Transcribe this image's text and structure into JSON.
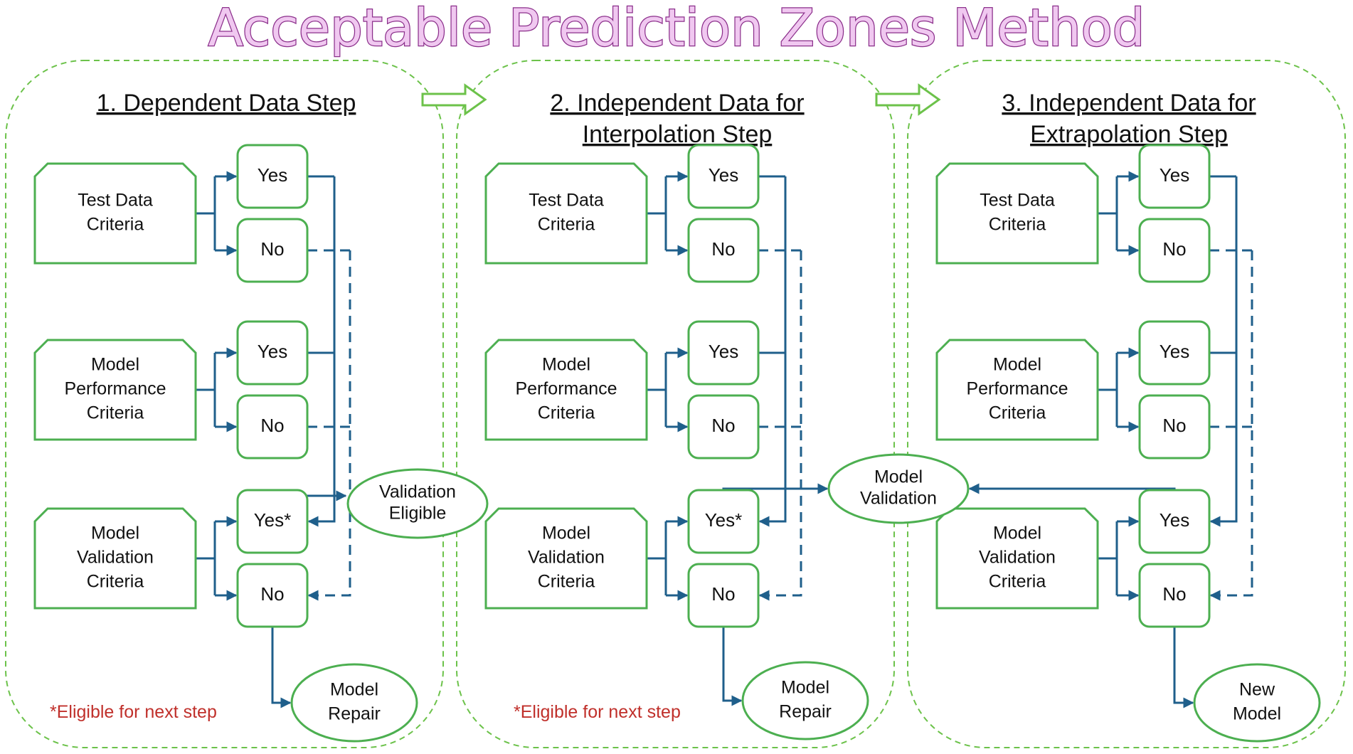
{
  "title": "Acceptable Prediction Zones Method",
  "steps": [
    {
      "title_lines": [
        "1. Dependent Data Step"
      ],
      "criteria": [
        [
          "Test Data",
          "Criteria"
        ],
        [
          "Model",
          "Performance",
          "Criteria"
        ],
        [
          "Model",
          "Validation",
          "Criteria"
        ]
      ],
      "answers": [
        [
          "Yes",
          "No"
        ],
        [
          "Yes",
          "No"
        ],
        [
          "Yes*",
          "No"
        ]
      ],
      "end_node": [
        "Model",
        "Repair"
      ],
      "note": "*Eligible for next step"
    },
    {
      "title_lines": [
        "2. Independent Data for",
        "Interpolation Step"
      ],
      "criteria": [
        [
          "Test Data",
          "Criteria"
        ],
        [
          "Model",
          "Performance",
          "Criteria"
        ],
        [
          "Model",
          "Validation",
          "Criteria"
        ]
      ],
      "answers": [
        [
          "Yes",
          "No"
        ],
        [
          "Yes",
          "No"
        ],
        [
          "Yes*",
          "No"
        ]
      ],
      "end_node": [
        "Model",
        "Repair"
      ],
      "note": "*Eligible for next step"
    },
    {
      "title_lines": [
        "3. Independent Data for",
        "Extrapolation Step"
      ],
      "criteria": [
        [
          "Test Data",
          "Criteria"
        ],
        [
          "Model",
          "Performance",
          "Criteria"
        ],
        [
          "Model",
          "Validation",
          "Criteria"
        ]
      ],
      "answers": [
        [
          "Yes",
          "No"
        ],
        [
          "Yes",
          "No"
        ],
        [
          "Yes",
          "No"
        ]
      ],
      "end_node": [
        "New",
        "Model"
      ],
      "note": ""
    }
  ],
  "outcome_nodes": [
    [
      "Validation",
      "Eligible"
    ],
    [
      "Model",
      "Validation"
    ]
  ],
  "colors": {
    "title_fill": "#f0c8f0",
    "title_stroke": "#8b2f8b",
    "box_stroke": "#4caf50",
    "frame_stroke": "#6cc24a",
    "connector": "#1f5f8b",
    "note": "#c0302b"
  }
}
